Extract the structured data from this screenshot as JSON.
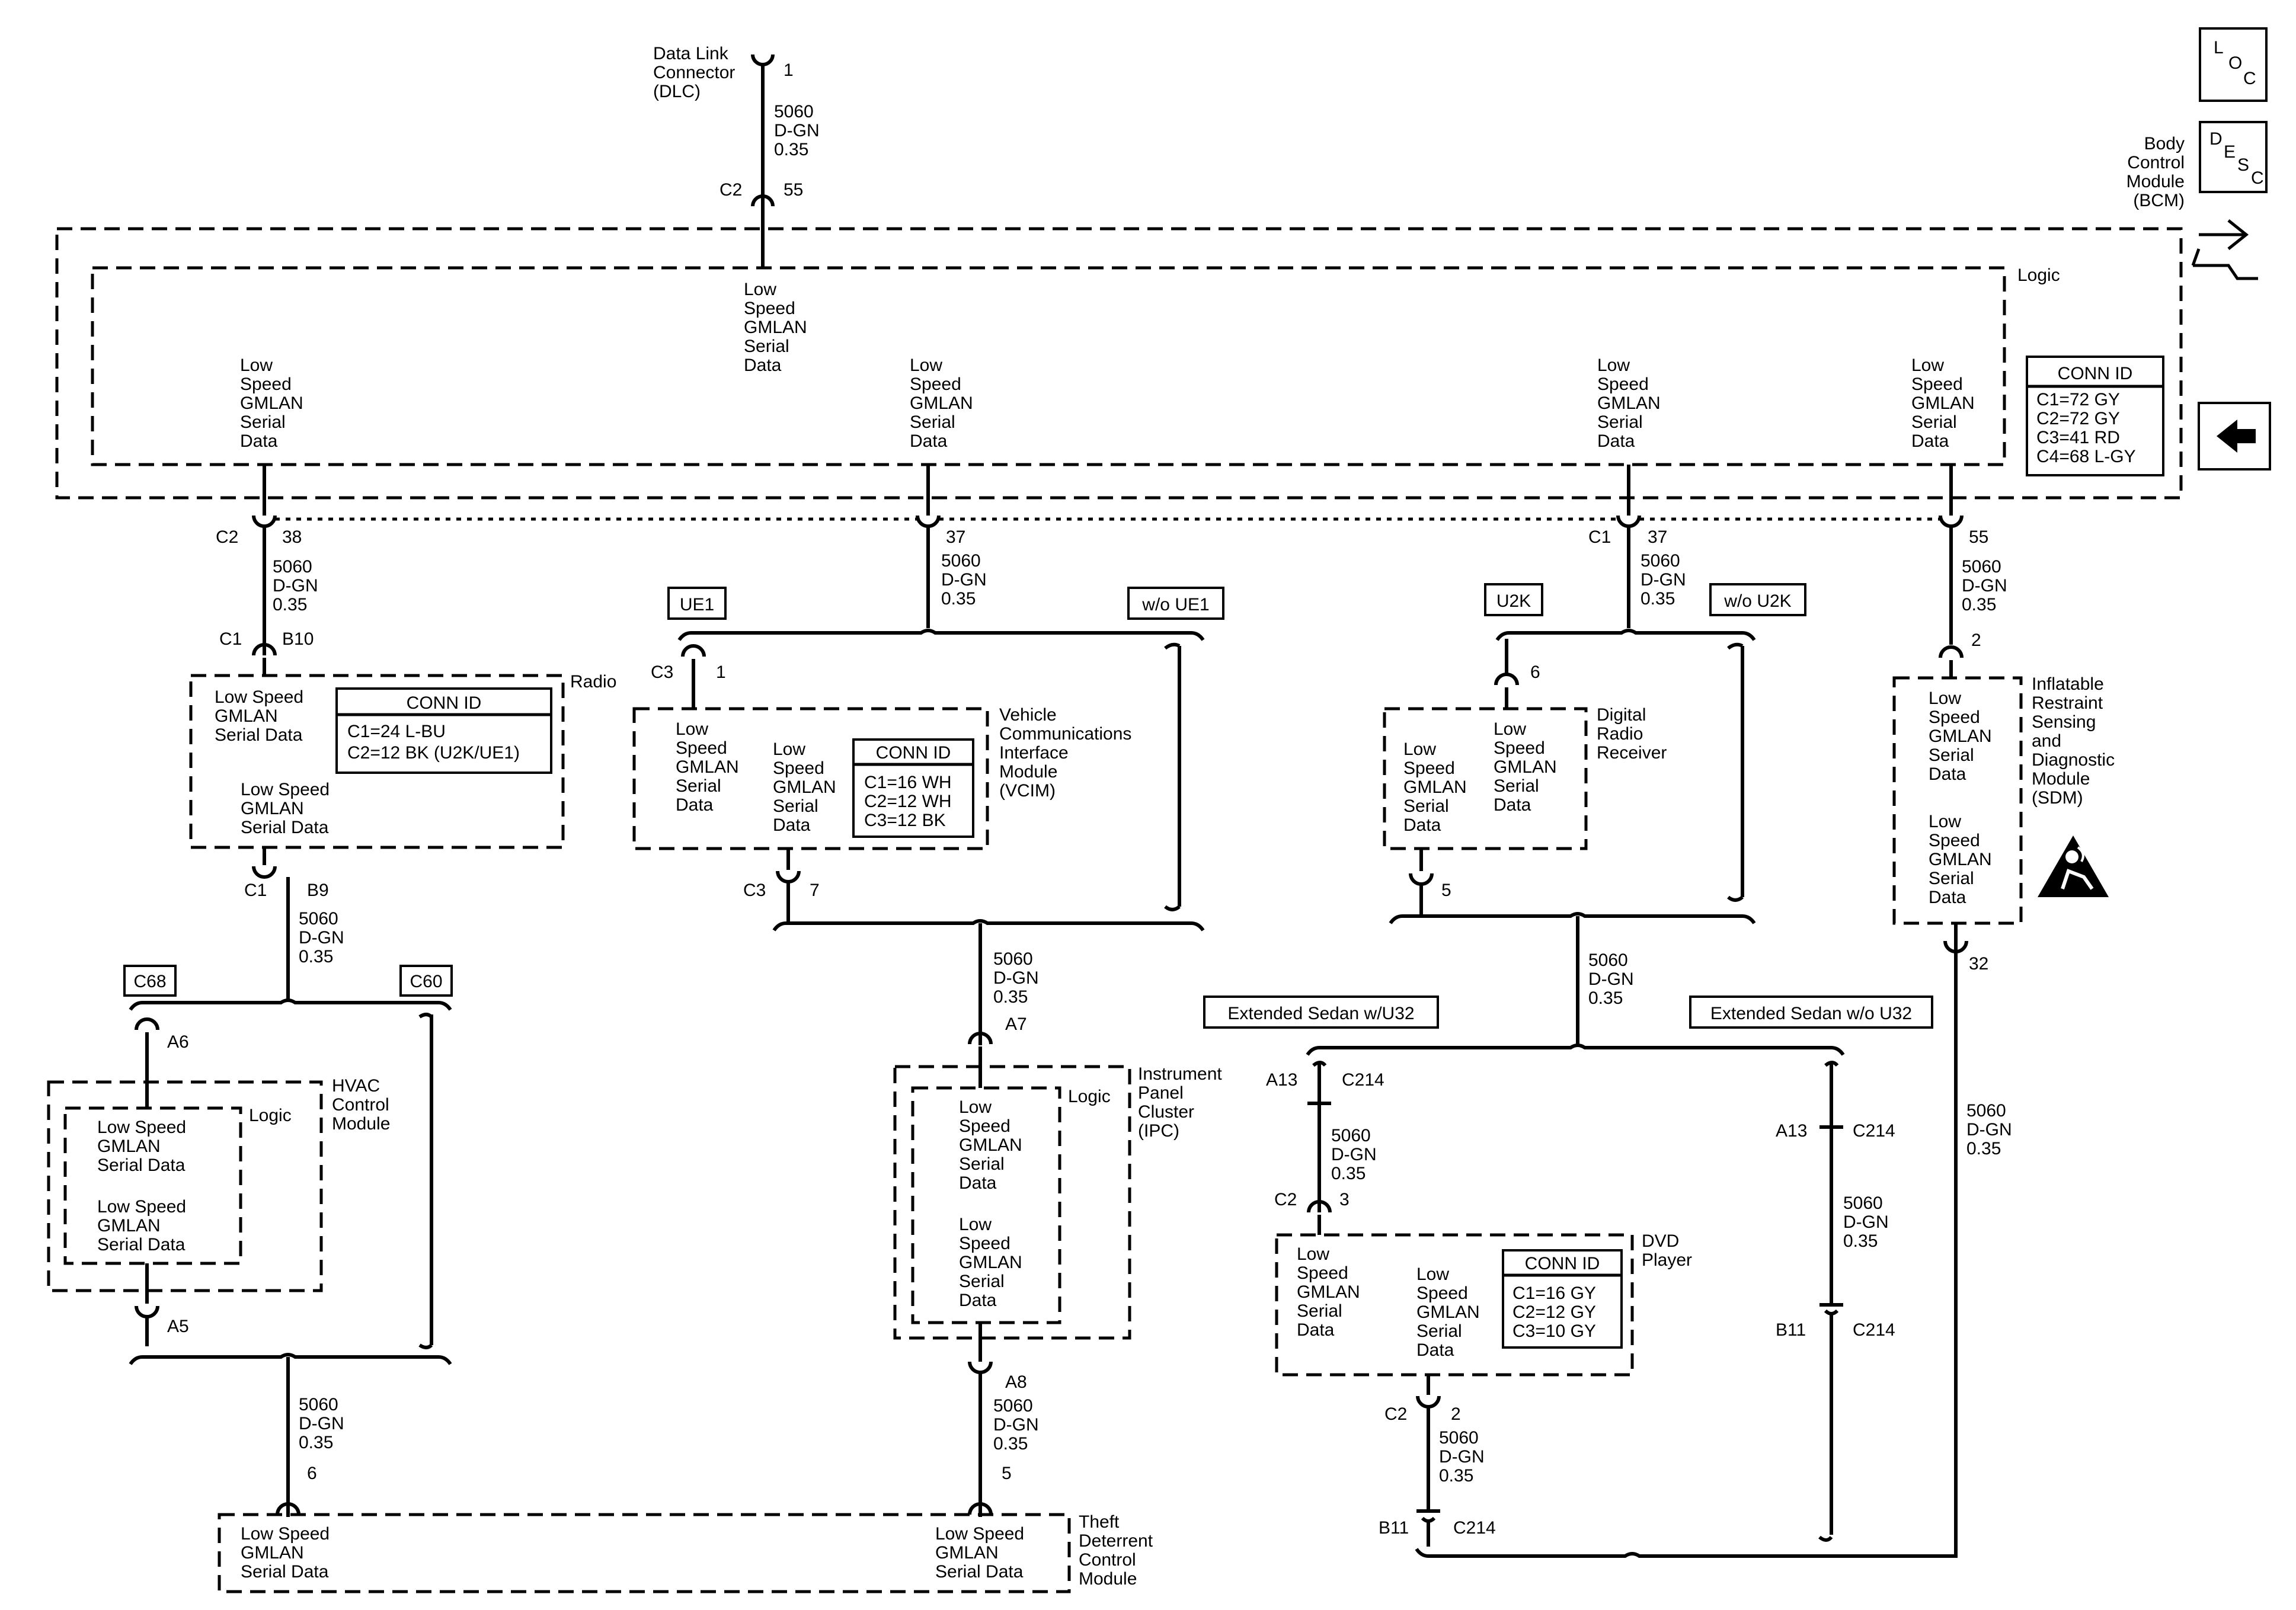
{
  "dlc": {
    "label": [
      "Data Link",
      "Connector",
      "(DLC)"
    ],
    "pin": "1"
  },
  "icons": {
    "loc": [
      "L",
      "O",
      "C"
    ],
    "desc": [
      "D",
      "E",
      "S",
      "C"
    ]
  },
  "wire": {
    "circuit": "5060",
    "color": "D-GN",
    "gauge": "0.35"
  },
  "bcm": {
    "name": [
      "Body",
      "Control",
      "Module",
      "(BCM)"
    ],
    "logic": "Logic",
    "sd5": [
      "Low",
      "Speed",
      "GMLAN",
      "Serial",
      "Data"
    ],
    "conn_id": {
      "title": "CONN ID",
      "rows": [
        "C1=72 GY",
        "C2=72 GY",
        "C3=41 RD",
        "C4=68 L-GY"
      ]
    },
    "pins": {
      "c2_55_conn": "C2",
      "c2_55_pin": "55",
      "p38_conn": "C2",
      "p38": "38",
      "p37": "37",
      "p37b_conn": "C1",
      "p37b": "37",
      "p55": "55"
    }
  },
  "radio": {
    "name": "Radio",
    "c1": "C1",
    "b10": "B10",
    "b9": "B9",
    "sd1": [
      "Low Speed",
      "GMLAN",
      "Serial Data"
    ],
    "sd2": [
      "Low Speed",
      "GMLAN",
      "Serial Data"
    ],
    "conn_id": {
      "title": "CONN ID",
      "rows": [
        "C1=24 L-BU",
        "C2=12 BK (U2K/UE1)"
      ]
    }
  },
  "options": {
    "ue1": "UE1",
    "wo_ue1": "w/o UE1",
    "u2k": "U2K",
    "wo_u2k": "w/o U2K",
    "c68": "C68",
    "c60": "C60",
    "ext_u32": "Extended Sedan w/U32",
    "ext_wo_u32": "Extended Sedan w/o U32"
  },
  "vcim": {
    "name": [
      "Vehicle",
      "Communications",
      "Interface",
      "Module",
      "(VCIM)"
    ],
    "c3": "C3",
    "p1": "1",
    "p7": "7",
    "sd1": [
      "Low",
      "Speed",
      "GMLAN",
      "Serial",
      "Data"
    ],
    "sd2": [
      "Low",
      "Speed",
      "GMLAN",
      "Serial",
      "Data"
    ],
    "conn_id": {
      "title": "CONN ID",
      "rows": [
        "C1=16 WH",
        "C2=12 WH",
        "C3=12 BK"
      ]
    }
  },
  "drr": {
    "name": [
      "Digital",
      "Radio",
      "Receiver"
    ],
    "p6": "6",
    "p5": "5",
    "sd1": [
      "Low",
      "Speed",
      "GMLAN",
      "Serial",
      "Data"
    ],
    "sd2": [
      "Low",
      "Speed",
      "GMLAN",
      "Serial",
      "Data"
    ]
  },
  "sdm": {
    "name": [
      "Inflatable",
      "Restraint",
      "Sensing",
      "and",
      "Diagnostic",
      "Module",
      "(SDM)"
    ],
    "p2": "2",
    "p32": "32",
    "sd1": [
      "Low",
      "Speed",
      "GMLAN",
      "Serial",
      "Data"
    ],
    "sd2": [
      "Low",
      "Speed",
      "GMLAN",
      "Serial",
      "Data"
    ]
  },
  "hvac": {
    "name": [
      "HVAC",
      "Control",
      "Module"
    ],
    "logic": "Logic",
    "a6": "A6",
    "a5": "A5",
    "sd1": [
      "Low Speed",
      "GMLAN",
      "Serial Data"
    ],
    "sd2": [
      "Low Speed",
      "GMLAN",
      "Serial Data"
    ]
  },
  "ipc": {
    "name": [
      "Instrument",
      "Panel",
      "Cluster",
      "(IPC)"
    ],
    "logic": "Logic",
    "a7": "A7",
    "a8": "A8",
    "sd1": [
      "Low",
      "Speed",
      "GMLAN",
      "Serial",
      "Data"
    ],
    "sd2": [
      "Low",
      "Speed",
      "GMLAN",
      "Serial",
      "Data"
    ]
  },
  "dvd": {
    "name": [
      "DVD",
      "Player"
    ],
    "c2": "C2",
    "p3": "3",
    "p2": "2",
    "sd1": [
      "Low",
      "Speed",
      "GMLAN",
      "Serial",
      "Data"
    ],
    "sd2": [
      "Low",
      "Speed",
      "GMLAN",
      "Serial",
      "Data"
    ],
    "conn_id": {
      "title": "CONN ID",
      "rows": [
        "C1=16 GY",
        "C2=12 GY",
        "C3=10 GY"
      ]
    }
  },
  "c214": {
    "name": "C214",
    "a13": "A13",
    "b11": "B11"
  },
  "tdcm": {
    "name": [
      "Theft",
      "Deterrent",
      "Control",
      "Module"
    ],
    "p6": "6",
    "p5": "5",
    "sd1": [
      "Low Speed",
      "GMLAN",
      "Serial Data"
    ],
    "sd2": [
      "Low Speed",
      "GMLAN",
      "Serial Data"
    ]
  }
}
